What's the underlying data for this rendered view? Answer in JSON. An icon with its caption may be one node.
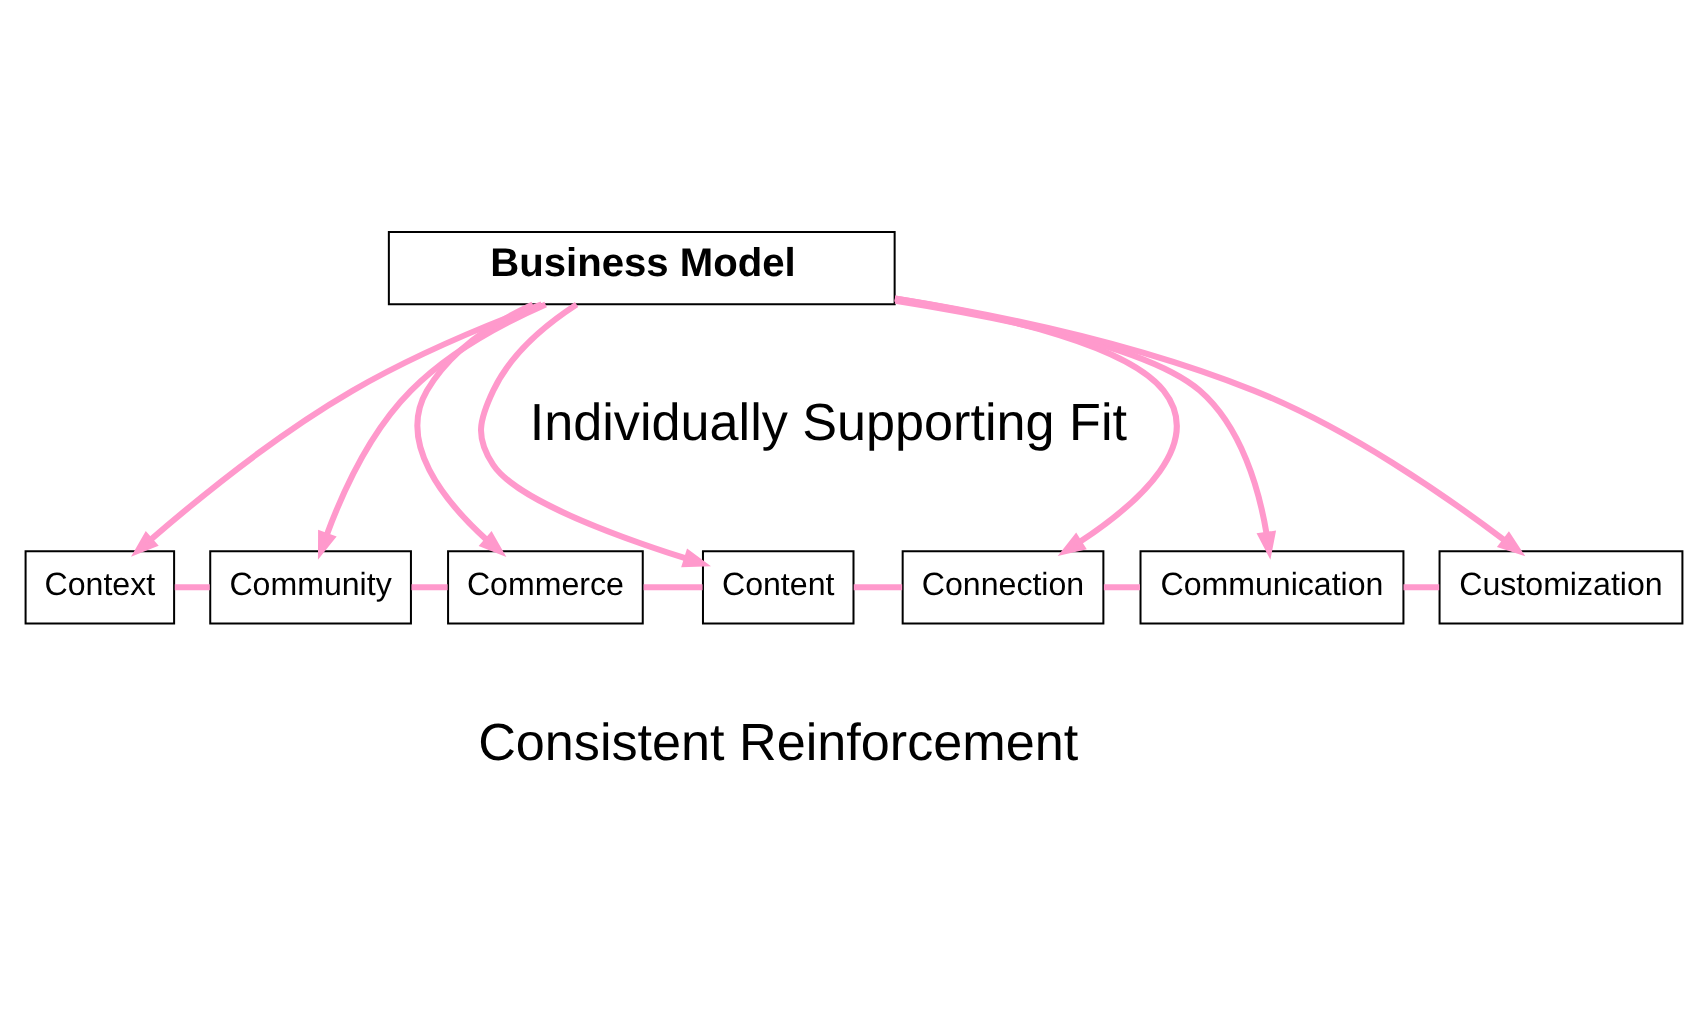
{
  "diagram": {
    "nodes": [
      {
        "text": [
          "Business Model"
        ]
      },
      {
        "text": [
          "Context"
        ]
      },
      {
        "text": [
          "Community"
        ]
      },
      {
        "text": [
          "Commerce"
        ]
      },
      {
        "text": [
          "Content"
        ]
      },
      {
        "text": [
          "Connection"
        ]
      },
      {
        "text": [
          "Communication"
        ]
      },
      {
        "text": [
          "Customization"
        ]
      }
    ],
    "edges": [
      {
        "from": 0,
        "to": 1,
        "arrow": "to"
      },
      {
        "from": 0,
        "to": 2,
        "arrow": "to"
      },
      {
        "from": 0,
        "to": 3,
        "arrow": "to"
      },
      {
        "from": 0,
        "to": 4,
        "arrow": "to"
      },
      {
        "from": 0,
        "to": 5,
        "arrow": "to"
      },
      {
        "from": 0,
        "to": 6,
        "arrow": "to"
      },
      {
        "from": 0,
        "to": 7,
        "arrow": "to"
      },
      {
        "from": 1,
        "to": 2,
        "arrow": "none"
      },
      {
        "from": 2,
        "to": 3,
        "arrow": "none"
      },
      {
        "from": 3,
        "to": 4,
        "arrow": "none"
      },
      {
        "from": 4,
        "to": 5,
        "arrow": "none"
      },
      {
        "from": 5,
        "to": 6,
        "arrow": "none"
      },
      {
        "from": 6,
        "to": 7,
        "arrow": "none"
      }
    ],
    "labels": [
      "Individually Supporting Fit",
      "Consistent Reinforcement"
    ]
  }
}
